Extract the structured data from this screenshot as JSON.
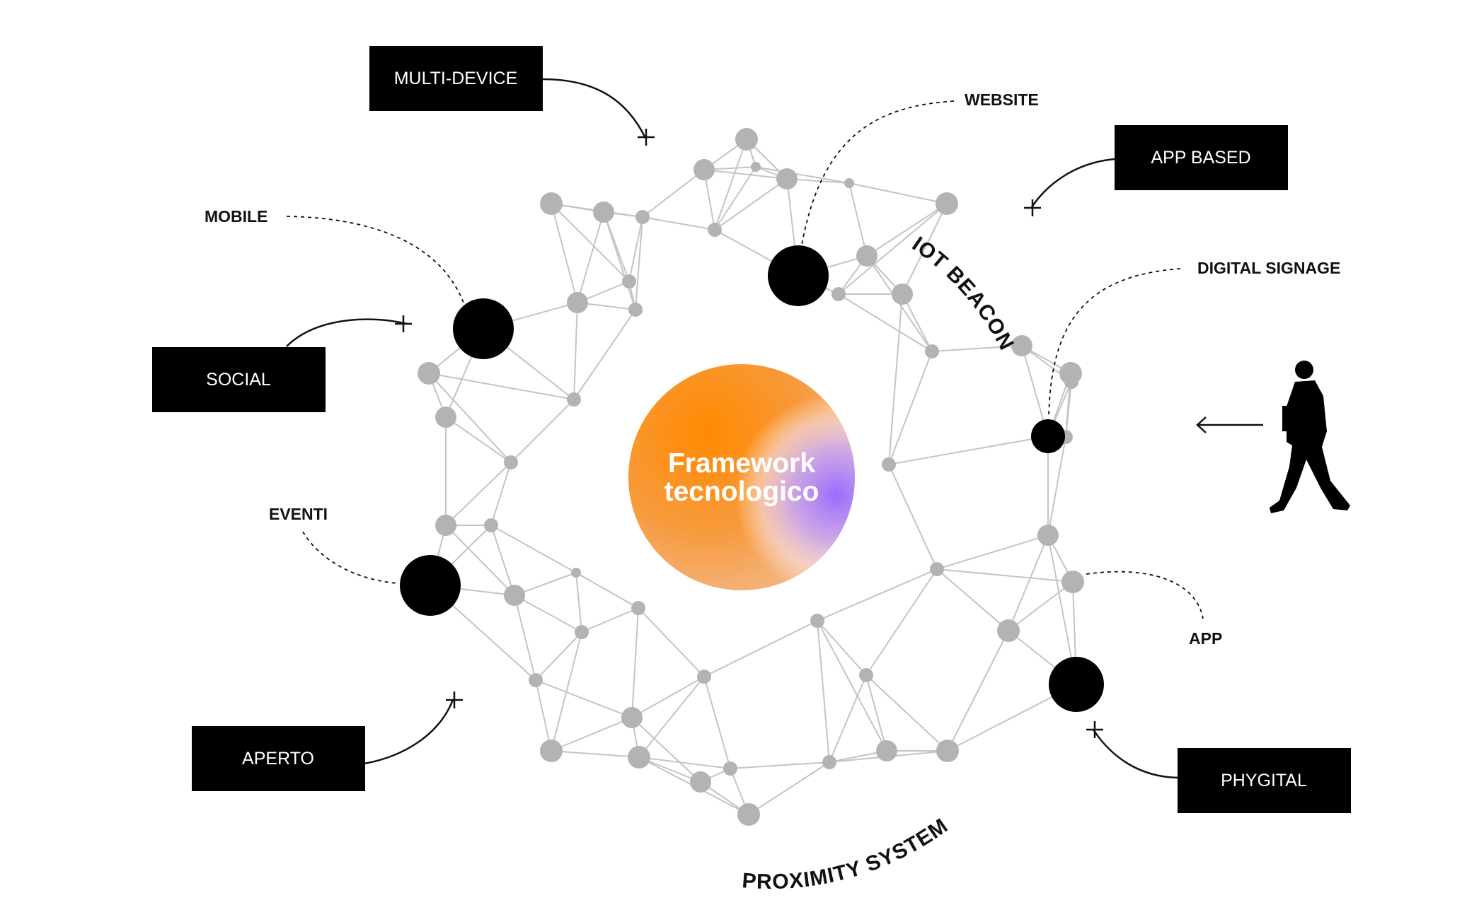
{
  "center": {
    "line1": "Framework",
    "line2": "tecnologico"
  },
  "boxes": {
    "multi_device": "MULTI-DEVICE",
    "app_based": "APP BASED",
    "social": "SOCIAL",
    "aperto": "APERTO",
    "phygital": "PHYGITAL"
  },
  "labels": {
    "website": "WEBSITE",
    "mobile": "MOBILE",
    "digital_signage": "DIGITAL SIGNAGE",
    "eventi": "EVENTI",
    "app": "APP"
  },
  "curved_labels": {
    "iot_beacon": "IOT BEACON",
    "proximity_system": "PROXIMITY SYSTEM"
  },
  "colors": {
    "node": "#b3b3b3",
    "edge": "#c4c4c4",
    "highlight_node": "#000000",
    "gradient_start": "#ff8a00",
    "gradient_end": "#9b6bff"
  }
}
